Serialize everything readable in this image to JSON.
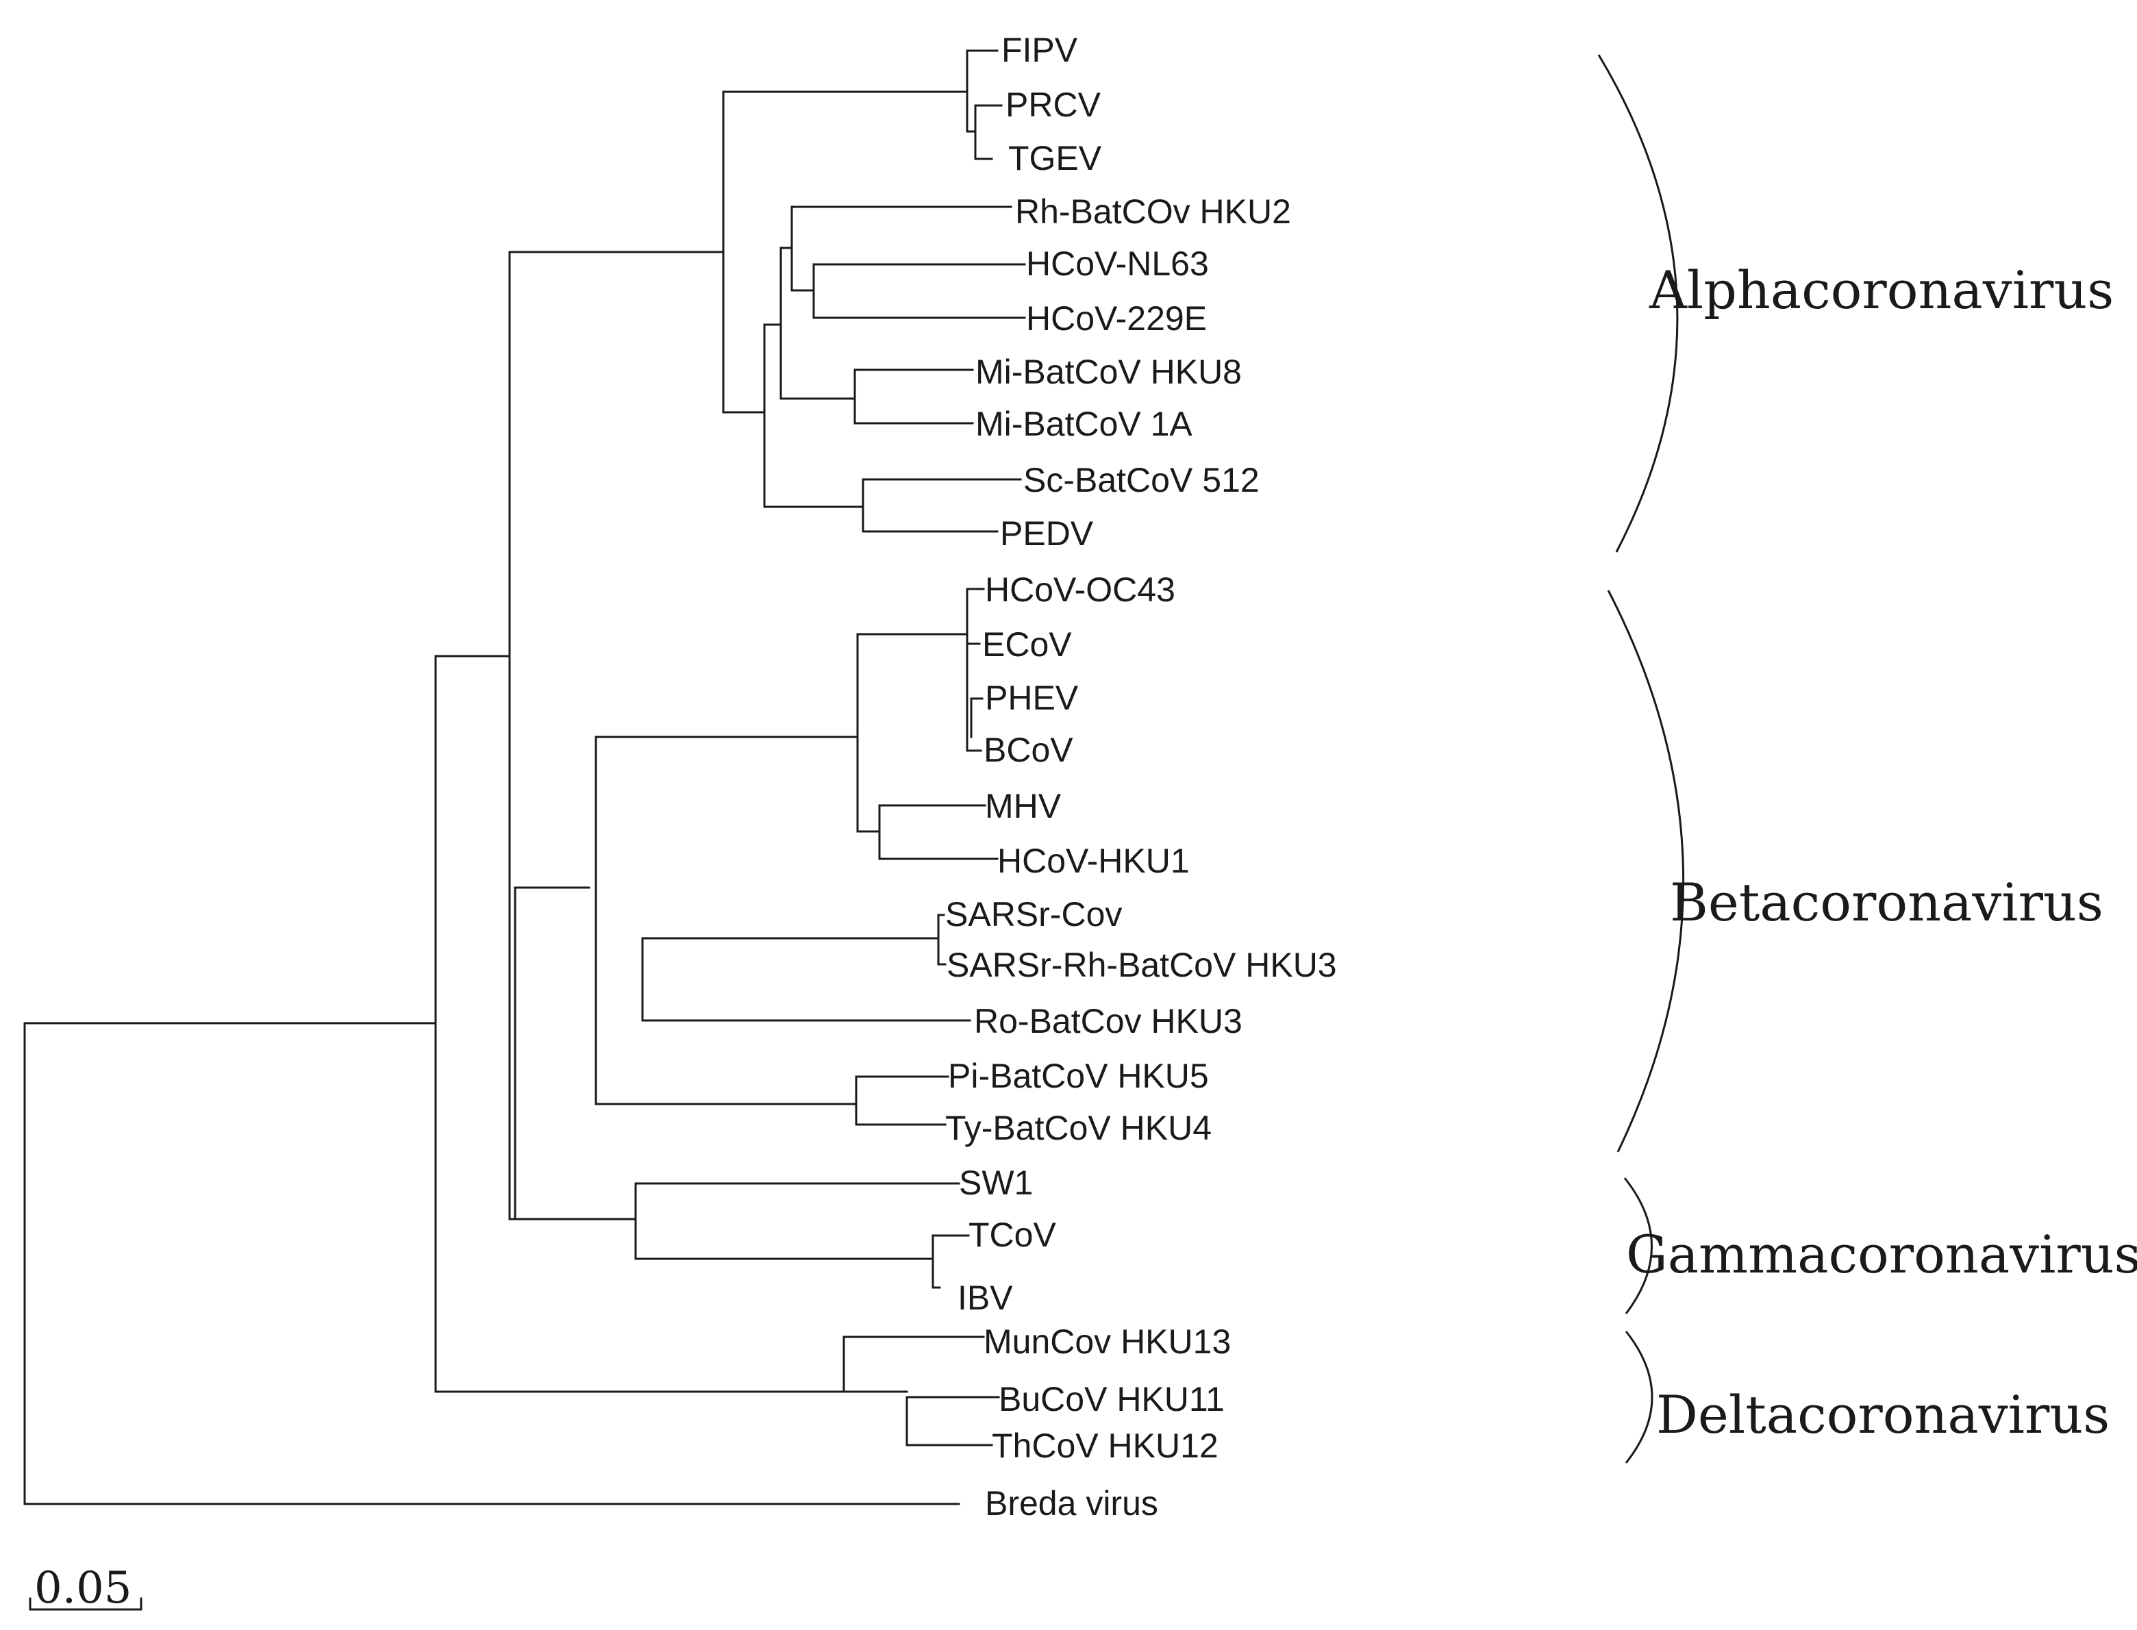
{
  "tree": {
    "leaves": [
      "FIPV",
      "PRCV",
      "TGEV",
      "Rh-BatCOv HKU2",
      "HCoV-NL63",
      "HCoV-229E",
      "Mi-BatCoV HKU8",
      "Mi-BatCoV 1A",
      "Sc-BatCoV 512",
      "PEDV",
      "HCoV-OC43",
      "ECoV",
      "PHEV",
      "BCoV",
      "MHV",
      "HCoV-HKU1",
      "SARSr-Cov",
      "SARSr-Rh-BatCoV HKU3",
      "Ro-BatCov HKU3",
      "Pi-BatCoV HKU5",
      "Ty-BatCoV HKU4",
      "SW1",
      "TCoV",
      "IBV",
      "MunCov HKU13",
      "BuCoV HKU11",
      "ThCoV HKU12",
      "Breda virus"
    ],
    "clades": [
      "Alphacoronavirus",
      "Betacoronavirus",
      "Gammacoronavirus",
      "Deltacoronavirus"
    ],
    "scale_bar_label": "0.05"
  }
}
